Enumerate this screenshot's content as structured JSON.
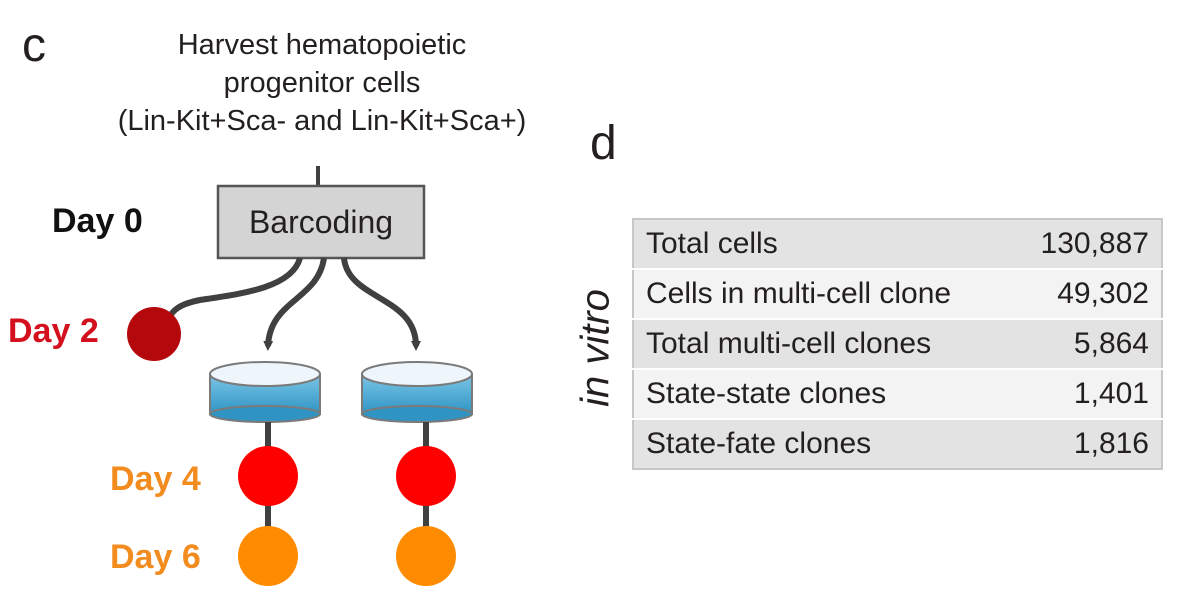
{
  "panel_c": {
    "label": "c",
    "harvest_lines": [
      "Harvest hematopoietic",
      "progenitor cells",
      "(Lin-Kit+Sca- and Lin-Kit+Sca+)"
    ],
    "process_box": "Barcoding",
    "days": [
      "Day 0",
      "Day 2",
      "Day 4",
      "Day 6"
    ],
    "colors": {
      "day0": "#111111",
      "day2": "#d4101e",
      "day2_dot": "#b5080d",
      "day4": "#ff0000",
      "day6": "#ff8c00",
      "dish": "#3ea6cf"
    }
  },
  "panel_d": {
    "label": "d",
    "vertical_title": "in vitro",
    "rows": [
      {
        "label": "Total cells",
        "value": "130,887"
      },
      {
        "label": "Cells in multi-cell clone",
        "value": "49,302"
      },
      {
        "label": "Total multi-cell clones",
        "value": "5,864"
      },
      {
        "label": "State-state clones",
        "value": "1,401"
      },
      {
        "label": "State-fate clones",
        "value": "1,816"
      }
    ]
  }
}
